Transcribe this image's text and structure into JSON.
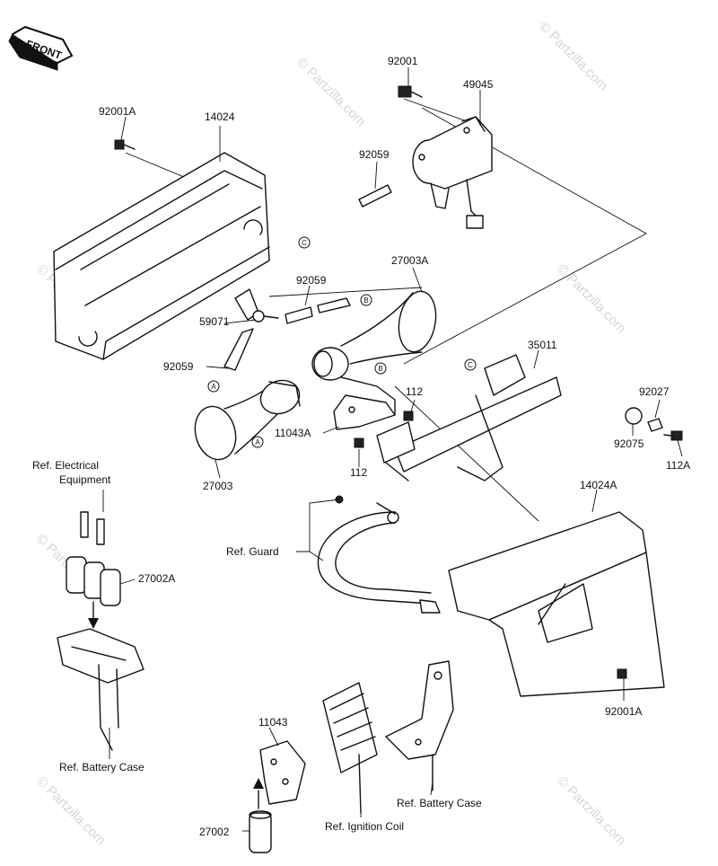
{
  "front_badge": "FRONT",
  "watermark": "© Partzilla.com",
  "labels": {
    "p92001": "92001",
    "p49045": "49045",
    "p92001A_top": "92001A",
    "p14024": "14024",
    "p92059_top": "92059",
    "p27003A": "27003A",
    "p92059_mid": "92059",
    "p59071": "59071",
    "p92059_left": "92059",
    "p35011": "35011",
    "p112_a": "112",
    "p11043A": "11043A",
    "p112_b": "112",
    "p27003": "27003",
    "p92027": "92027",
    "p92075": "92075",
    "p112A": "112A",
    "ref_elec_1": "Ref. Electrical",
    "ref_elec_2": "Equipment",
    "p27002A": "27002A",
    "ref_guard": "Ref. Guard",
    "p14024A": "14024A",
    "p92001A_bottom": "92001A",
    "ref_battery_left": "Ref. Battery Case",
    "p11043": "11043",
    "ref_battery_right": "Ref. Battery Case",
    "p27002": "27002",
    "ref_ignition": "Ref. Ignition Coil"
  },
  "markers": {
    "A": "A",
    "B": "B",
    "C": "C"
  }
}
